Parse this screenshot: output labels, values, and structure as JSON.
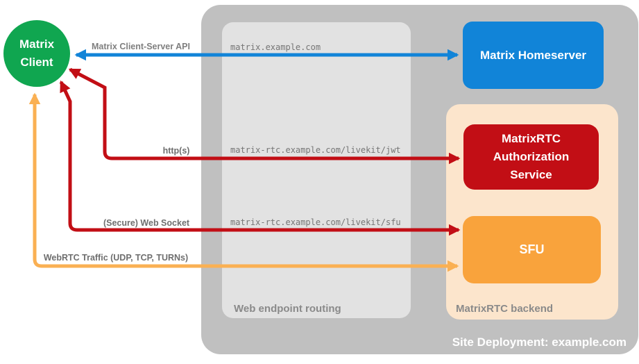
{
  "colors": {
    "green": "#10A650",
    "blue": "#1184D8",
    "red": "#C20E15",
    "orange": "#F9A33C",
    "orange-light": "#FAB053",
    "peach": "#FCE5CC",
    "gray-outer": "#C0C0C0",
    "gray-inner": "#E2E2E2",
    "label-gray": "#8A8A8A",
    "arrow-label-gray": "#6E6E6E",
    "mono-gray": "#757575"
  },
  "containers": {
    "site": {
      "label": "Site Deployment: example.com"
    },
    "routing": {
      "label": "Web endpoint routing"
    },
    "backend": {
      "label": "MatrixRTC backend"
    }
  },
  "nodes": {
    "client": {
      "lines": [
        "Matrix",
        "Client"
      ]
    },
    "homeserver": {
      "label": "Matrix Homeserver"
    },
    "auth": {
      "lines": [
        "MatrixRTC",
        "Authorization",
        "Service"
      ]
    },
    "sfu": {
      "label": "SFU"
    }
  },
  "arrows": {
    "client_server_api": {
      "label": "Matrix Client-Server API",
      "endpoint": "matrix.example.com"
    },
    "https": {
      "label": "http(s)",
      "endpoint": "matrix-rtc.example.com/livekit/jwt"
    },
    "websocket": {
      "label": "(Secure) Web Socket",
      "endpoint": "matrix-rtc.example.com/livekit/sfu"
    },
    "webrtc": {
      "label": "WebRTC Traffic (UDP, TCP, TURNs)"
    }
  }
}
